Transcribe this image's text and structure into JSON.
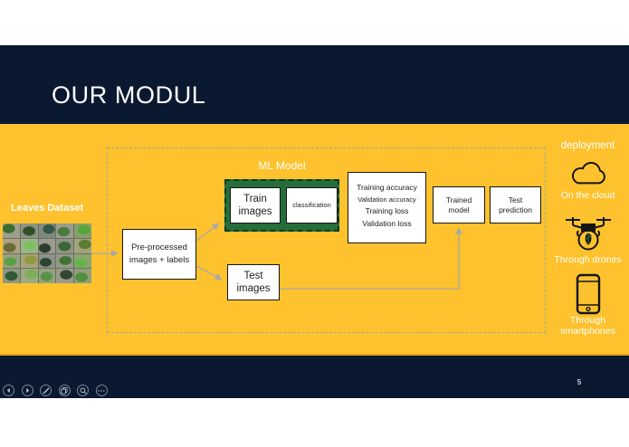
{
  "slide": {
    "title": "OUR MODUL",
    "page_number": "5"
  },
  "pipeline": {
    "dataset_label": "Leaves Dataset",
    "group_label": "ML Model",
    "preprocessed_box": "Pre-processed images + labels",
    "train_images_box": "Train images",
    "classification_box": "classification",
    "metrics_box": [
      "Training accuracy",
      "Validation accuracy",
      "Training loss",
      "Validation loss"
    ],
    "trained_model_box": "Trained model",
    "test_prediction_box": "Test prediction",
    "test_images_box": "Test images"
  },
  "deployment": {
    "title": "deployment",
    "options": [
      {
        "icon": "cloud-icon",
        "label": "On the cloud"
      },
      {
        "icon": "drone-icon",
        "label": "Through drones"
      },
      {
        "icon": "smartphone-icon",
        "label": "Through smartphones"
      }
    ]
  },
  "toolbar": {
    "buttons": [
      {
        "icon": "previous-slide-icon"
      },
      {
        "icon": "next-slide-icon"
      },
      {
        "icon": "pen-icon"
      },
      {
        "icon": "see-all-slides-icon"
      },
      {
        "icon": "zoom-icon"
      },
      {
        "icon": "more-options-icon"
      }
    ]
  },
  "leaf_grid": {
    "rows": 4,
    "cols": 5,
    "cells": [
      [
        "#9aa089",
        "#3e6b2f"
      ],
      [
        "#8e9383",
        "#2f4f2b"
      ],
      [
        "#7d8a7f",
        "#335544"
      ],
      [
        "#9b9c90",
        "#4c7a3a"
      ],
      [
        "#86a06c",
        "#55a63c"
      ],
      [
        "#b0a184",
        "#6b6b35"
      ],
      [
        "#9fb48a",
        "#7cc15e"
      ],
      [
        "#9a9a8e",
        "#2c3d2a"
      ],
      [
        "#8f9483",
        "#3c663a"
      ],
      [
        "#a3a37f",
        "#5c7d33"
      ],
      [
        "#97a183",
        "#5e9e44"
      ],
      [
        "#a8a478",
        "#8f9a3f"
      ],
      [
        "#8d9188",
        "#2e4630"
      ],
      [
        "#949a85",
        "#3f7338"
      ],
      [
        "#8ba66e",
        "#66b34a"
      ],
      [
        "#909585",
        "#2f5a33"
      ],
      [
        "#9cab80",
        "#7fae5a"
      ],
      [
        "#93a37d",
        "#57924a"
      ],
      [
        "#9a9b8f",
        "#31472f"
      ],
      [
        "#8fa077",
        "#4f8f3f"
      ]
    ]
  },
  "colors": {
    "slide_yellow": "#FDC22D",
    "slide_navy": "#0A1930",
    "model_green": "#256E3B",
    "model_green_border": "#0B3A1E",
    "connector_gray": "#A8A8A8"
  }
}
